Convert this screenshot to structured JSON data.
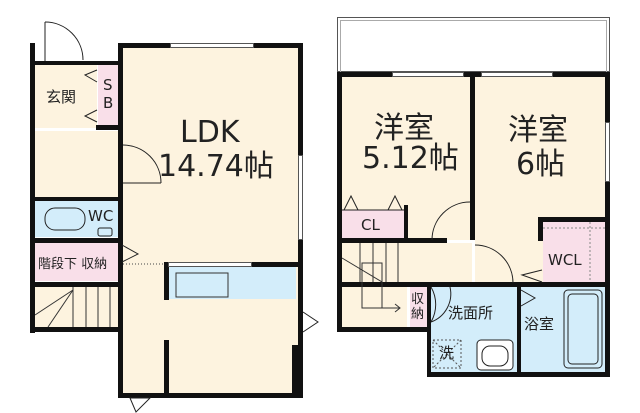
{
  "floor1": {
    "rooms": {
      "entrance": "玄関",
      "sb_s": "S",
      "sb_b": "B",
      "ldk_name": "LDK",
      "ldk_size": "14.74帖",
      "wc": "WC",
      "under_stairs_storage": "階段下 収納"
    }
  },
  "floor2": {
    "rooms": {
      "room1_name": "洋室",
      "room1_size": "5.12帖",
      "room2_name": "洋室",
      "room2_size": "6帖",
      "closet": "CL",
      "walk_in_closet": "WCL",
      "storage_1": "収",
      "storage_2": "納",
      "washroom": "洗面所",
      "bathroom": "浴室",
      "washer": "洗"
    }
  },
  "colors": {
    "floor": "#fdf3df",
    "storage": "#f9dfe9",
    "wet_area": "#d3edfa",
    "wall": "#111111"
  }
}
